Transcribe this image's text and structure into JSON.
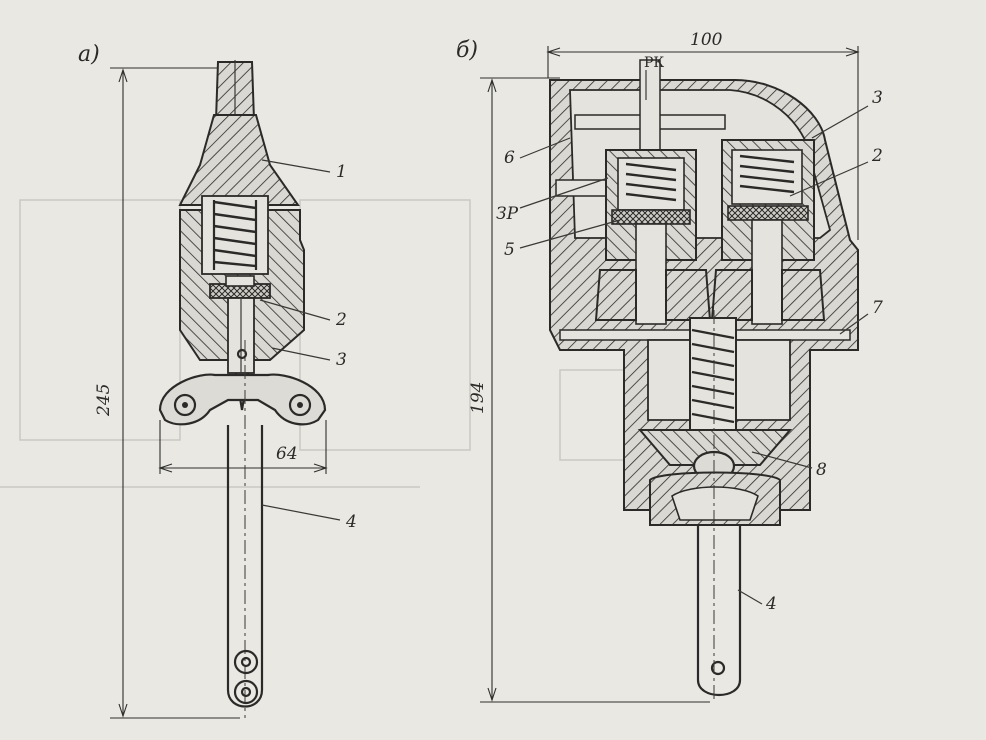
{
  "figure_a": {
    "label": "а)",
    "dim_height": "245",
    "dim_width": "64",
    "callouts": [
      "1",
      "2",
      "3",
      "4"
    ]
  },
  "figure_b": {
    "label": "б)",
    "dim_width": "100",
    "dim_height": "194",
    "port_top": "РК",
    "port_left": "ЗР",
    "callouts": [
      "3",
      "2",
      "6",
      "5",
      "7",
      "8",
      "4"
    ]
  },
  "colors": {
    "paper": "#e9e8e3",
    "ink": "#2b2a28"
  }
}
